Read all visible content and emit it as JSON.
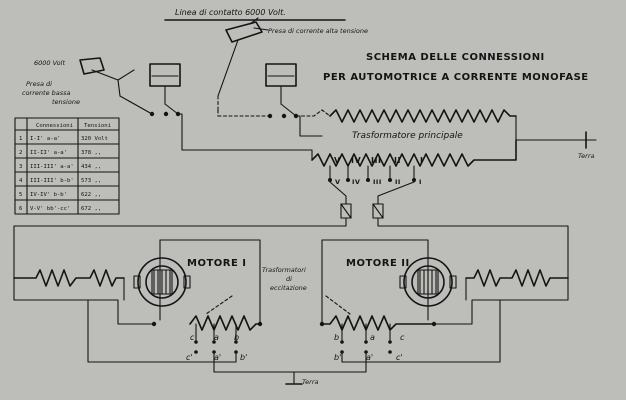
{
  "header": {
    "contact_line": "Linea di contatto 6000 Volt.",
    "title_line1": "SCHEMA DELLE CONNESSIONI",
    "title_line2": "PER AUTOMOTRICE A CORRENTE MONOFASE"
  },
  "labels": {
    "pantograph_high": "Presa di corrente alta tensione",
    "pantograph_low_volt": "6000 Volt",
    "pantograph_low": "Presa di corrente bassa tensione",
    "main_transformer": "Trasformatore principale",
    "earth_right": "Terra",
    "earth_bottom": "Terra",
    "motor1": "MOTORE I",
    "motor2": "MOTORE II",
    "excitation_transformers": "Trasformatori di eccitazione"
  },
  "taps": {
    "top": [
      "V",
      "IV",
      "III",
      "II",
      "I"
    ],
    "bottom": [
      "V",
      "IV",
      "III",
      "II",
      "I"
    ]
  },
  "motor1_terminals": {
    "top_row": [
      "c",
      "a",
      "b"
    ],
    "bottom_row": [
      "c'",
      "a'",
      "b'"
    ]
  },
  "motor2_terminals": {
    "top_row": [
      "b",
      "a",
      "c"
    ],
    "bottom_row": [
      "b'",
      "a'",
      "c'"
    ]
  },
  "table": {
    "headers": [
      "",
      "Connessioni",
      "Tensioni"
    ],
    "rows": [
      [
        "1",
        "I-I'  a-a'",
        "320 Volt"
      ],
      [
        "2",
        "II-II'  a-a'",
        "378 ,,"
      ],
      [
        "3",
        "III-III'  a-a'",
        "434 ,,"
      ],
      [
        "4",
        "III-III'  b-b'",
        "573 ,,"
      ],
      [
        "5",
        "IV-IV'  b-b'",
        "622 ,,"
      ],
      [
        "6",
        "V-V'  bb'-cc'",
        "672 ,,"
      ]
    ]
  }
}
